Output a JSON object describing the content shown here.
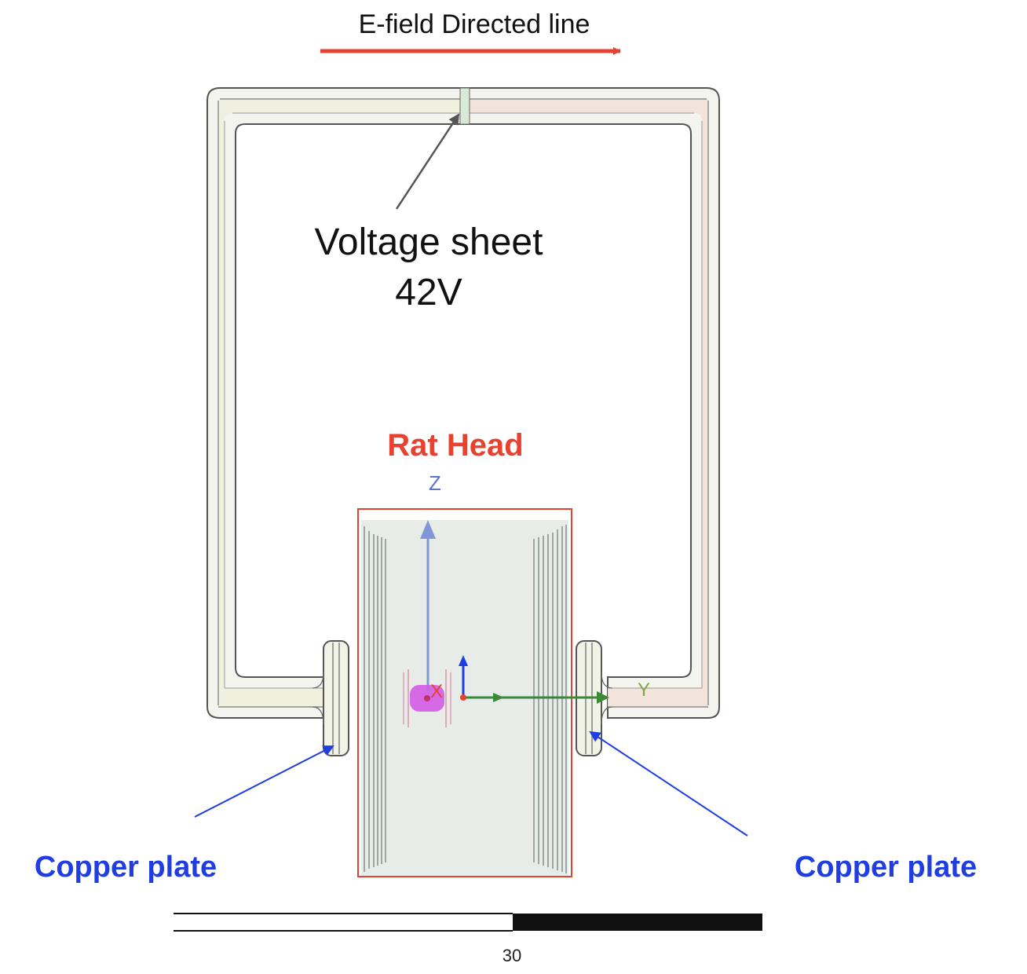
{
  "annotations": {
    "efield": "E-field Directed line",
    "voltage_line1": "Voltage sheet",
    "voltage_line2": "42V",
    "rat_head": "Rat Head",
    "copper_left": "Copper plate",
    "copper_right": "Copper plate"
  },
  "axes": {
    "z": "Z",
    "x": "X",
    "y": "Y"
  },
  "scale_bar": {
    "label": "30"
  },
  "colors": {
    "red": "#e8412f",
    "blue": "#1f3de0",
    "frame_stroke": "#555555",
    "frame_fill_left": "#eef0e0",
    "frame_fill_right": "#f3e6df",
    "head_fill": "#e7ece8",
    "magenta": "#d35be6"
  }
}
